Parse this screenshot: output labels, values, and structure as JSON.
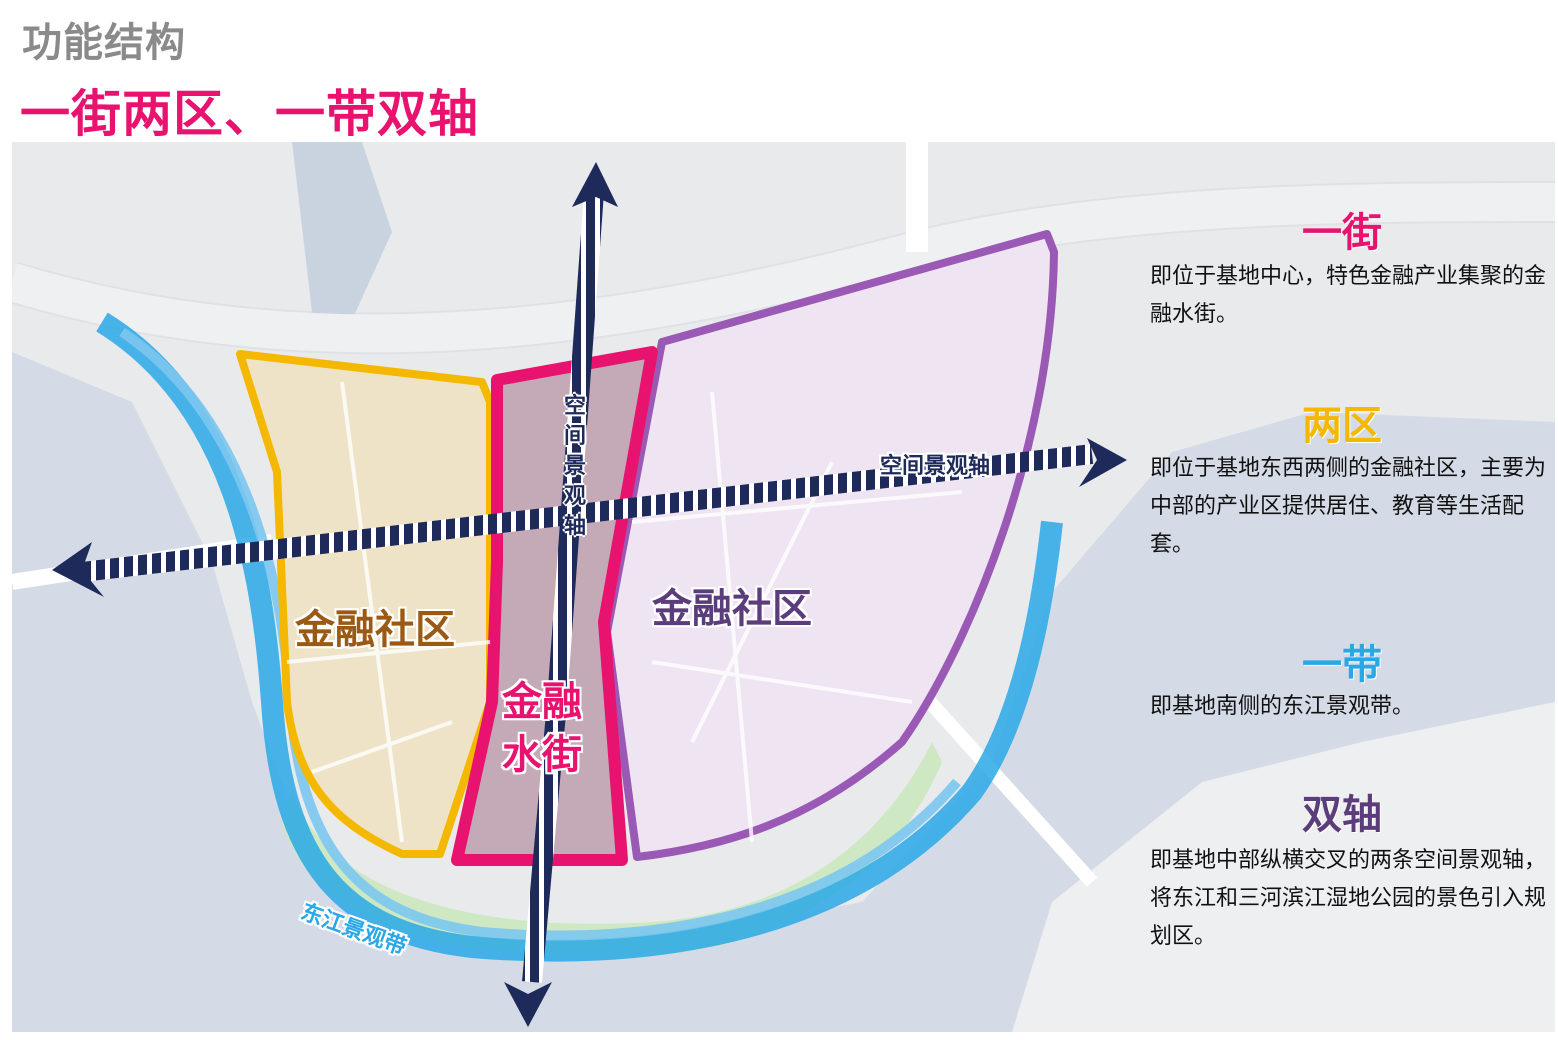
{
  "header": {
    "title": "功能结构",
    "subtitle": "一街两区、一带双轴"
  },
  "map_labels": {
    "west_zone": "金融社区",
    "east_zone": "金融社区",
    "water_street_line1": "金融",
    "water_street_line2": "水街",
    "axis_horizontal": "空间景观轴",
    "axis_vertical": "空间景观轴",
    "river_belt": "东江景观带"
  },
  "legend": [
    {
      "heading": "一街",
      "color": "#e8136f",
      "text": "即位于基地中心，特色金融产业集聚的金融水街。"
    },
    {
      "heading": "两区",
      "color": "#f5b800",
      "text": "即位于基地东西两侧的金融社区，主要为中部的产业区提供居住、教育等生活配套。"
    },
    {
      "heading": "一带",
      "color": "#29a8e6",
      "text": "即基地南侧的东江景观带。"
    },
    {
      "heading": "双轴",
      "color": "#5a3d7a",
      "text": "即基地中部纵横交叉的两条空间景观轴，将东江和三河滨江湿地公园的景色引入规划区。"
    }
  ],
  "colors": {
    "title_gray": "#8a8a8a",
    "accent_pink": "#e8136f",
    "west_zone": "#f5b800",
    "east_zone": "#9b59b6",
    "river_belt": "#29a8e6",
    "axis": "#1e2a5a",
    "water": "#d4dbe6"
  }
}
